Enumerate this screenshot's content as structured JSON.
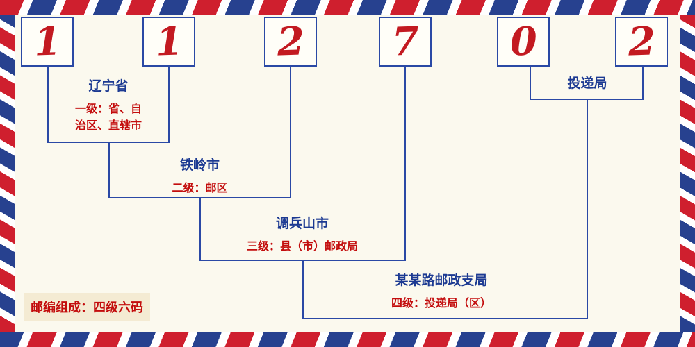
{
  "postal_code": {
    "digits": [
      "1",
      "1",
      "2",
      "7",
      "0",
      "2"
    ]
  },
  "levels": [
    {
      "name": "辽宁省",
      "desc_lines": [
        "一级：省、自",
        "治区、直辖市"
      ]
    },
    {
      "name": "铁岭市",
      "desc_lines": [
        "二级：邮区"
      ]
    },
    {
      "name": "调兵山市",
      "desc_lines": [
        "三级：县（市）邮政局"
      ]
    },
    {
      "name": "某某路邮政支局",
      "desc_lines": [
        "四级：投递局（区）"
      ]
    }
  ],
  "delivery_office": {
    "name": "投递局"
  },
  "footer": {
    "text": "邮编组成：四级六码"
  },
  "colors": {
    "digit_red": "#c31a21",
    "line_blue": "#2a49a5",
    "label_blue": "#1c3a92",
    "desc_red": "#c30d0d",
    "stripe_red": "#cf1f2e",
    "stripe_blue": "#27418f",
    "background": "#fbf9ee"
  }
}
